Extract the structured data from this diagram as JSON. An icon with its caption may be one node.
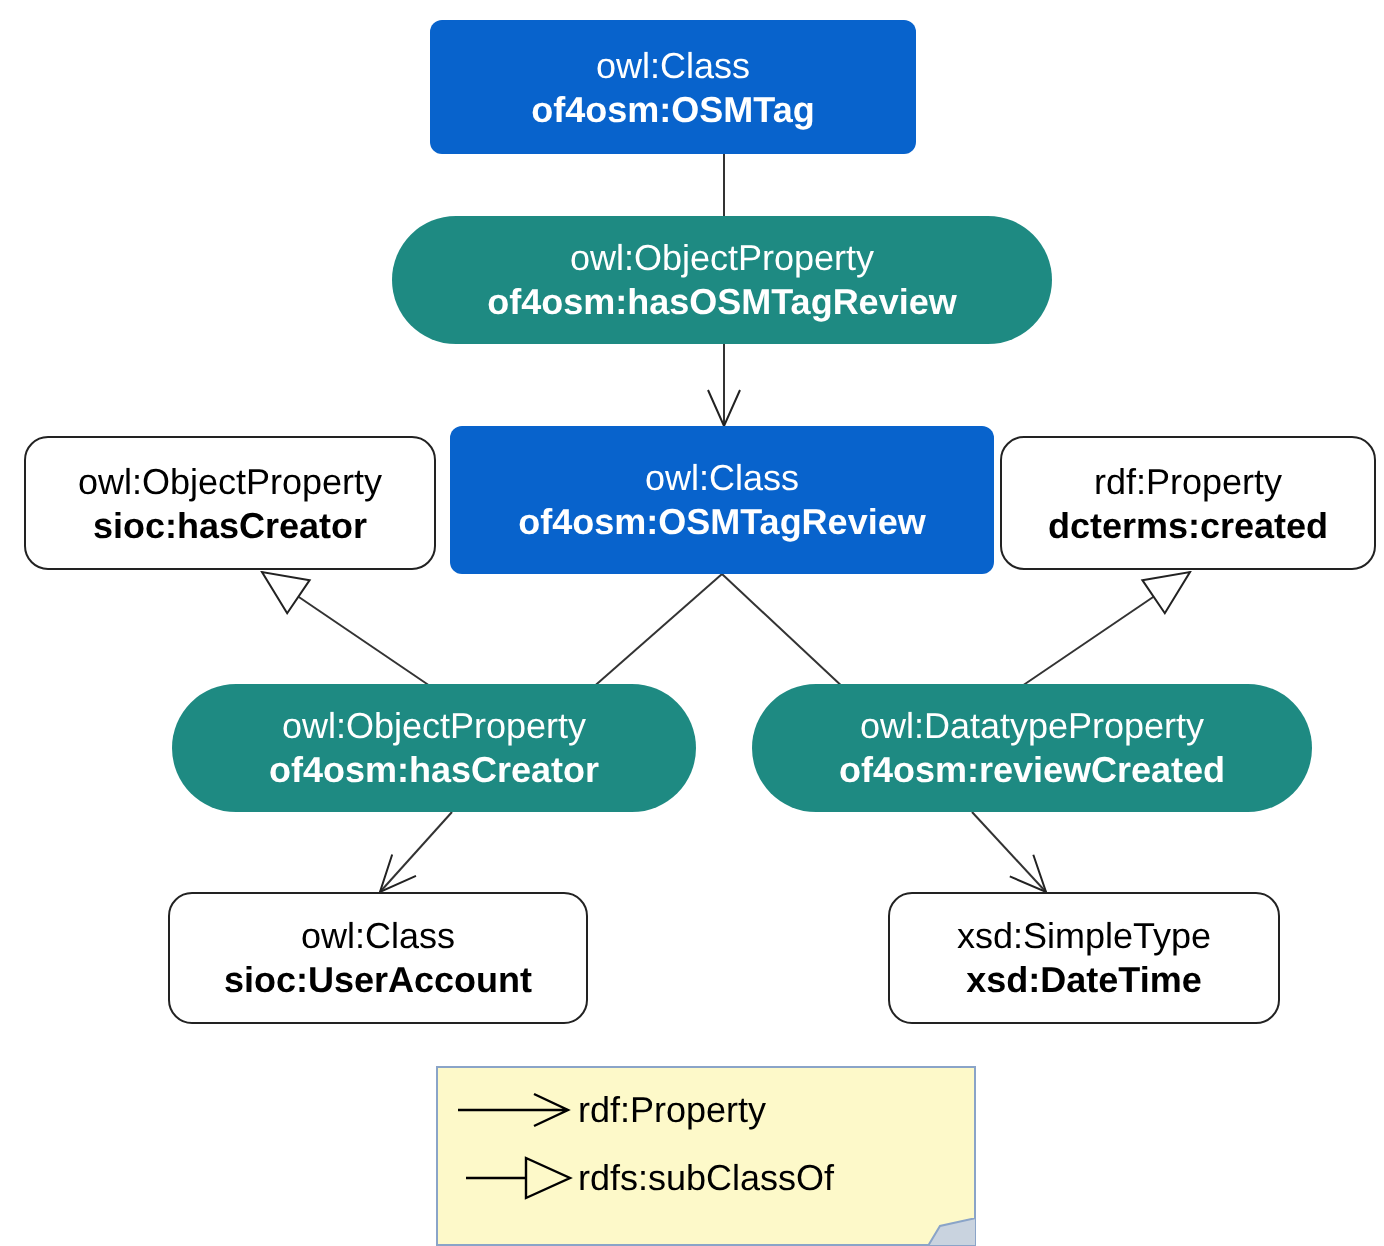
{
  "diagram": {
    "nodes": [
      {
        "text": [
          "owl:Class",
          "of4osm:OSMTag"
        ]
      },
      {
        "text": [
          "owl:ObjectProperty",
          "of4osm:hasOSMTagReview"
        ]
      },
      {
        "text": [
          "owl:Class",
          "of4osm:OSMTagReview"
        ]
      },
      {
        "text": [
          "owl:ObjectProperty",
          "sioc:hasCreator"
        ]
      },
      {
        "text": [
          "rdf:Property",
          "dcterms:created"
        ]
      },
      {
        "text": [
          "owl:ObjectProperty",
          "of4osm:hasCreator"
        ]
      },
      {
        "text": [
          "owl:DatatypeProperty",
          "of4osm:reviewCreated"
        ]
      },
      {
        "text": [
          "owl:Class",
          "sioc:UserAccount"
        ]
      },
      {
        "text": [
          "xsd:SimpleType",
          "xsd:DateTime"
        ]
      }
    ],
    "edges": [
      {
        "from": 0,
        "to": 1,
        "arrow": "none"
      },
      {
        "from": 1,
        "to": 2,
        "arrow": "to"
      },
      {
        "from": 2,
        "to": 5,
        "arrow": "none"
      },
      {
        "from": 5,
        "to": 7,
        "arrow": "to"
      },
      {
        "from": 2,
        "to": 6,
        "arrow": "none"
      },
      {
        "from": 6,
        "to": 8,
        "arrow": "to"
      },
      {
        "from": 5,
        "to": 3,
        "arrow": "to"
      },
      {
        "from": 6,
        "to": 4,
        "arrow": "to"
      }
    ],
    "legend": [
      {
        "text": "rdf:Property"
      },
      {
        "text": "rdfs:subClassOf"
      }
    ]
  }
}
